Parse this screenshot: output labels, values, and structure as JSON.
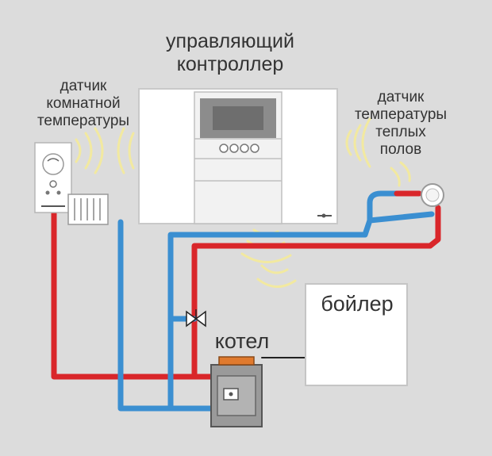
{
  "labels": {
    "controller": [
      "управляющий",
      "контроллер"
    ],
    "room_sensor": [
      "датчик",
      "комнатной",
      "температуры"
    ],
    "floor_sensor": [
      "датчик",
      "температуры",
      "теплых",
      "полов"
    ],
    "water_heater": "бойлер",
    "boiler": "котел"
  },
  "colors": {
    "background": "#dcdcdc",
    "hot_pipe": "#d9262a",
    "cold_pipe": "#3b8fd1",
    "signal_waves": "#f2e9a0",
    "device_body": "#ffffff",
    "boiler_body": "#9a9a9a",
    "boiler_top": "#e07a2e"
  }
}
